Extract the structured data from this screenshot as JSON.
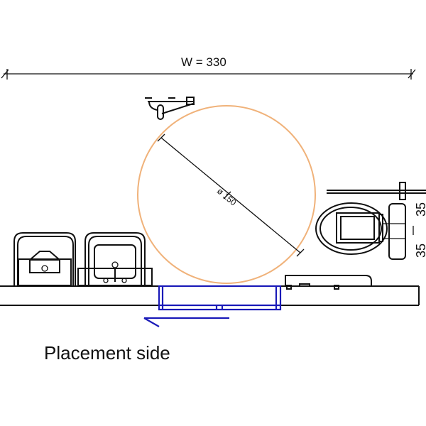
{
  "drawing": {
    "width_dimension": "W = 330",
    "diameter_label": "ø 150",
    "side_dimensions": [
      "35",
      "35"
    ],
    "caption": "Placement side"
  },
  "colors": {
    "line": "#111111",
    "turning_circle": "#f0b27a",
    "placement_element": "#1a1ab8"
  }
}
